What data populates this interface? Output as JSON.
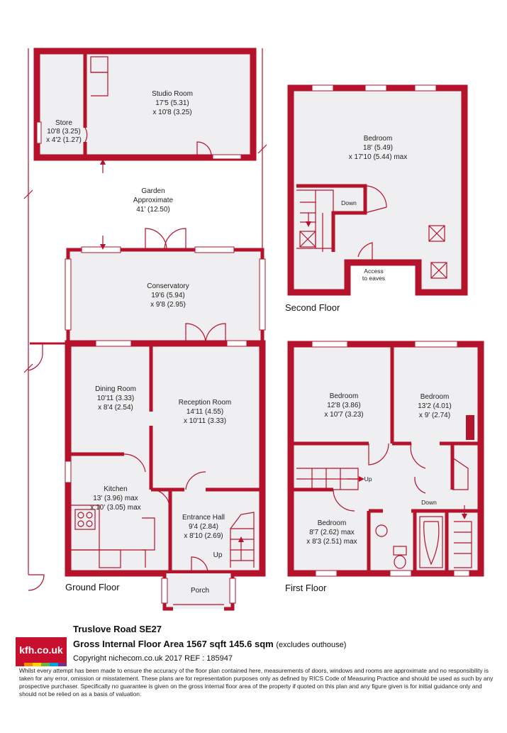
{
  "floors": {
    "ground": "Ground Floor",
    "first": "First Floor",
    "second": "Second Floor"
  },
  "rooms": {
    "studio": {
      "name": "Studio Room",
      "dim1": "17'5 (5.31)",
      "dim2": "x 10'8 (3.25)"
    },
    "store": {
      "name": "Store",
      "dim1": "10'8 (3.25)",
      "dim2": "x 4'2 (1.27)"
    },
    "garden": {
      "name": "Garden",
      "dim1": "Approximate",
      "dim2": "41' (12.50)"
    },
    "conservatory": {
      "name": "Conservatory",
      "dim1": "19'6 (5.94)",
      "dim2": "x 9'8 (2.95)"
    },
    "dining": {
      "name": "Dining Room",
      "dim1": "10'11 (3.33)",
      "dim2": "x 8'4 (2.54)"
    },
    "reception": {
      "name": "Reception Room",
      "dim1": "14'11 (4.55)",
      "dim2": "x 10'11 (3.33)"
    },
    "kitchen": {
      "name": "Kitchen",
      "dim1": "13' (3.96) max",
      "dim2": "x 10' (3.05) max"
    },
    "hall": {
      "name": "Entrance Hall",
      "dim1": "9'4 (2.84)",
      "dim2": "x 8'10 (2.69)"
    },
    "porch": {
      "name": "Porch"
    },
    "bedroom_top": {
      "name": "Bedroom",
      "dim1": "18' (5.49)",
      "dim2": "x 17'10 (5.44) max"
    },
    "bedroom_1": {
      "name": "Bedroom",
      "dim1": "12'8 (3.86)",
      "dim2": "x 10'7 (3.23)"
    },
    "bedroom_2": {
      "name": "Bedroom",
      "dim1": "13'2 (4.01)",
      "dim2": "x 9' (2.74)"
    },
    "bedroom_3": {
      "name": "Bedroom",
      "dim1": "8'7 (2.62) max",
      "dim2": "x 8'3 (2.51) max"
    }
  },
  "annotations": {
    "down": "Down",
    "up": "Up",
    "access_line1": "Access",
    "access_line2": "to eaves"
  },
  "footer": {
    "logo_text": "kfh.co.uk",
    "logo_colors": [
      "#c8102e",
      "#f28c00",
      "#ffd100",
      "#6cb33f",
      "#00a3e0",
      "#7b2d8e"
    ],
    "title": "Truslove Road SE27",
    "gia": "Gross Internal Floor Area 1567 sqft 145.6 sqm",
    "gia_note": "(excludes outhouse)",
    "copyright": "Copyright nichecom.co.uk 2017 REF : 185947",
    "disclaimer": "Whilst every attempt has been made to ensure the accuracy of the floor plan contained here, measurements of doors, windows and rooms are approximate and no responsibility is taken for any error, omission or misstatement.  These plans are for representation purposes only as defined by RICS Code of Measuring Practice and should be used as such by any prospective purchaser.  Specifically no guarantee is given on the gross internal floor area of the property if quoted on this plan and any figure given is for initial guidance only and should not be relied on as a basis of valuation."
  },
  "accent_color": "#b5122c"
}
